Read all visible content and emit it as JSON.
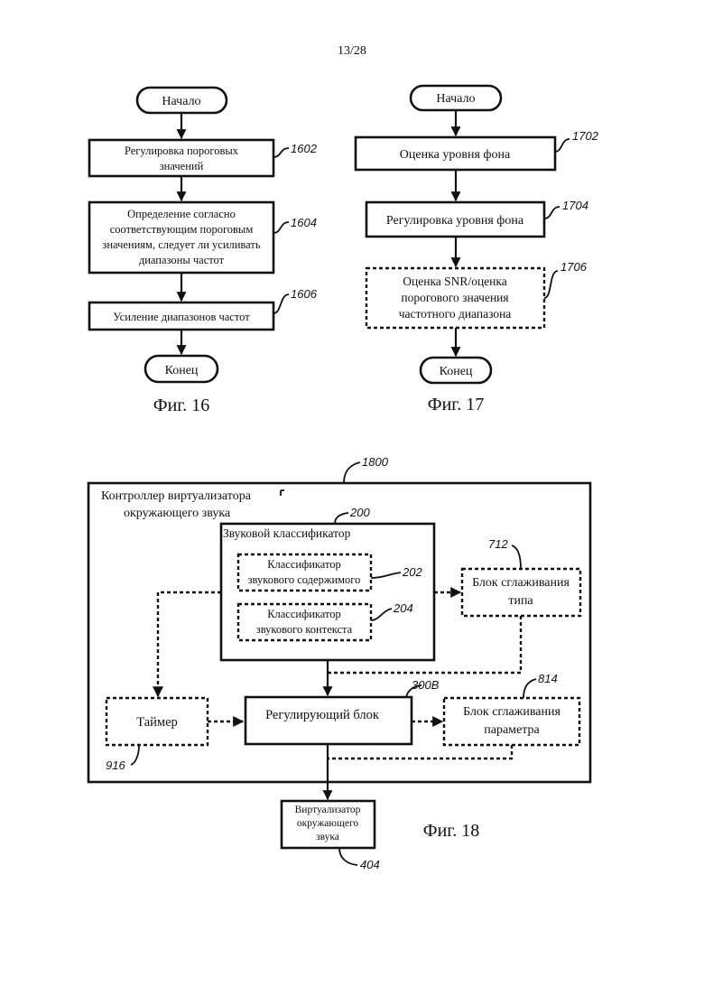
{
  "page_number": "13/28",
  "fig16": {
    "caption": "Фиг. 16",
    "start": "Начало",
    "end": "Конец",
    "step1602": {
      "lines": [
        "Регулировка пороговых",
        "значений"
      ],
      "ref": "1602"
    },
    "step1604": {
      "lines": [
        "Определение согласно",
        "соответствующим пороговым",
        "значениям, следует ли усиливать",
        "диапазоны частот"
      ],
      "ref": "1604"
    },
    "step1606": {
      "lines": [
        "Усиление диапазонов частот"
      ],
      "ref": "1606"
    }
  },
  "fig17": {
    "caption": "Фиг. 17",
    "start": "Начало",
    "end": "Конец",
    "step1702": {
      "lines": [
        "Оценка уровня фона"
      ],
      "ref": "1702"
    },
    "step1704": {
      "lines": [
        "Регулировка уровня фона"
      ],
      "ref": "1704"
    },
    "step1706": {
      "lines": [
        "Оценка SNR/оценка",
        "порогового значения",
        "частотного диапазона"
      ],
      "ref": "1706"
    }
  },
  "fig18": {
    "caption": "Фиг. 18",
    "controller": {
      "lines": [
        "Контроллер виртуализатора",
        "окружающего звука"
      ],
      "ref": "1800"
    },
    "classifier": {
      "label": "Звуковой классификатор",
      "ref": "200"
    },
    "content_classifier": {
      "lines": [
        "Классификатор",
        "звукового содержимого"
      ],
      "ref": "202"
    },
    "context_classifier": {
      "lines": [
        "Классификатор",
        "звукового контекста"
      ],
      "ref": "204"
    },
    "type_smoothing": {
      "lines": [
        "Блок сглаживания",
        "типа"
      ],
      "ref": "712"
    },
    "adjusting_unit": {
      "label": "Регулирующий блок",
      "ref": "300B"
    },
    "timer": {
      "label": "Таймер",
      "ref": "916"
    },
    "param_smoothing": {
      "lines": [
        "Блок сглаживания",
        "параметра"
      ],
      "ref": "814"
    },
    "virtualizer": {
      "lines": [
        "Виртуализатор",
        "окружающего",
        "звука"
      ],
      "ref": "404"
    }
  }
}
